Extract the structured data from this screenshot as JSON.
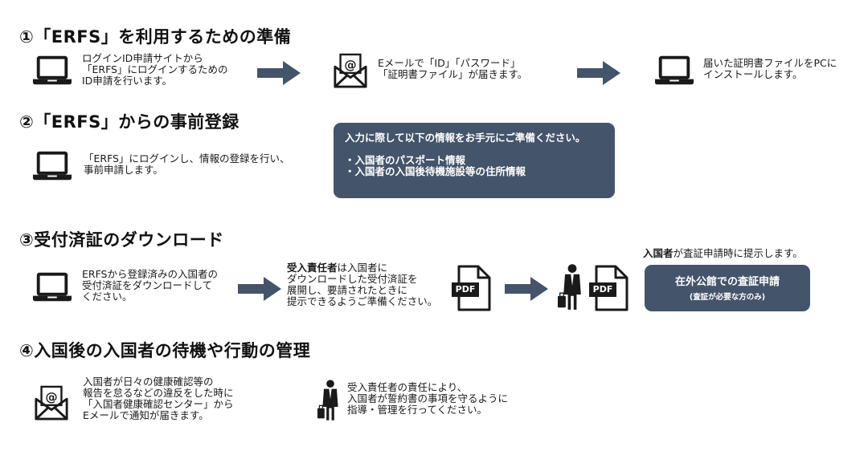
{
  "section1": {
    "heading": "①「ERFS」を利用するための準備",
    "step1_text": "ログインID申請サイトから\n「ERFS」にログインするための\nID申請を行います。",
    "step2_text": "Eメールで「ID」「パスワード」\n「証明書ファイル」が届きます。",
    "step3_text": "届いた証明書ファイルをPCに\nインストールします。"
  },
  "section2": {
    "heading": "②「ERFS」からの事前登録",
    "step_text": "「ERFS」にログインし、情報の登録を行い、\n事前申請します。",
    "info_box": "入力に際して以下の情報をお手元にご準備ください。\n\n・入国者のパスポート情報\n・入国者の入国後待機施設等の住所情報"
  },
  "section3": {
    "heading": "③受付済証のダウンロード",
    "step1_text": "ERFSから登録済みの入国者の\n受付済証をダウンロードして\nください。",
    "step2_bold": "受入責任者",
    "step2_text": "は入国者に\nダウンロードした受付済証を\n展開し、要請されたときに\n提示できるようご準備ください。",
    "pdf_label": "PDF",
    "note_bold": "入国者",
    "note_text": "が査証申請時に提示します。",
    "badge_main": "在外公館での査証申請",
    "badge_sub": "(査証が必要な方のみ)"
  },
  "section4": {
    "heading": "④入国後の入国者の待機や行動の管理",
    "step1_text": "入国者が日々の健康確認等の\n報告を怠るなどの違反をした時に\n「入国者健康確認センター」から\nEメールで通知が届きます。",
    "step2_text": "受入責任者の責任により、\n入国者が誓約書の事項を守るように\n指導・管理を行ってください。"
  },
  "colors": {
    "accent": "#44546a",
    "icon": "#1a1a1a"
  }
}
